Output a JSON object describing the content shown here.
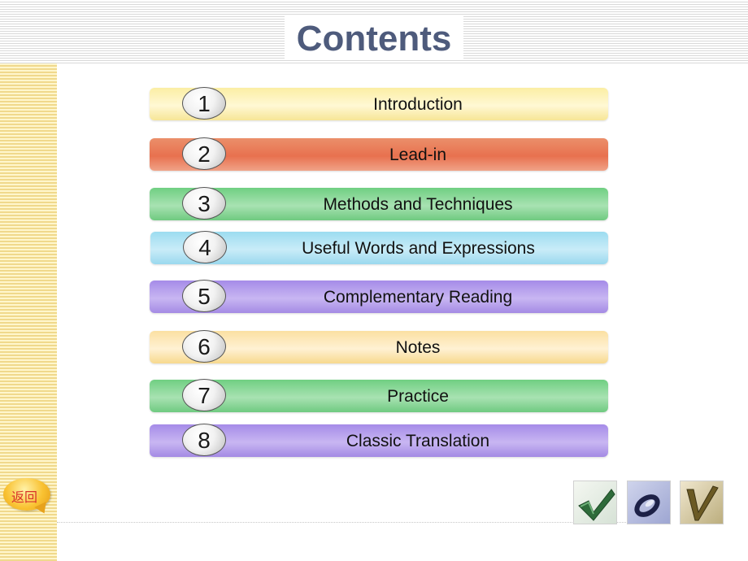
{
  "title": "Contents",
  "menu": [
    {
      "num": "1",
      "label": "Introduction",
      "color": "#f7ea9e"
    },
    {
      "num": "2",
      "label": "Lead-in",
      "color": "#e8714f"
    },
    {
      "num": "3",
      "label": "Methods and Techniques",
      "color": "#7dd18e"
    },
    {
      "num": "4",
      "label": "Useful Words and Expressions",
      "color": "#a8e0f2"
    },
    {
      "num": "5",
      "label": "Complementary Reading",
      "color": "#b09aeb"
    },
    {
      "num": "6",
      "label": "Notes",
      "color": "#fbe4ad"
    },
    {
      "num": "7",
      "label": "Practice",
      "color": "#7dd18e"
    },
    {
      "num": "8",
      "label": "Classic Translation",
      "color": "#b09aeb"
    }
  ],
  "back_button": {
    "label": "返回"
  },
  "nav_icons": [
    "checkmark-icon",
    "circle-icon",
    "v-letter-icon"
  ],
  "colors": {
    "title": "#4e5b7c",
    "back_text": "#d8322a"
  }
}
